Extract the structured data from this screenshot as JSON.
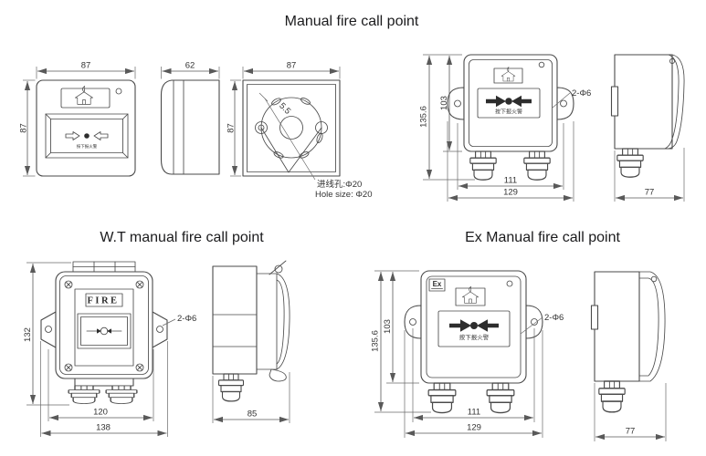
{
  "titles": {
    "manual": "Manual fire call point",
    "wt": "W.T manual fire call point",
    "ex": "Ex Manual fire call point"
  },
  "colors": {
    "line": "#4a4a4a",
    "dim_line": "#595959",
    "text": "#333333",
    "title_text": "#1b1b1d"
  },
  "manual_front": {
    "top_dim": "87",
    "left_dim": "87",
    "press_label": "按下报火警"
  },
  "manual_side": {
    "top_dim": "62"
  },
  "manual_rear": {
    "top_dim": "87",
    "left_dim": "87",
    "slot_dim": "5.5",
    "hole_note_cn": "进线孔:Φ20",
    "hole_note_en": "Hole size: Φ20"
  },
  "wp_front": {
    "height_outer": "135.6",
    "height_inner": "103",
    "width_inner": "111",
    "width_outer": "129",
    "mount_holes": "2-Φ6",
    "press_label": "按下报火警"
  },
  "wp_side": {
    "depth": "77"
  },
  "wt_front": {
    "height": "132",
    "width_inner": "120",
    "width_outer": "138",
    "mount_holes": "2-Φ6",
    "panel_label": "FIRE"
  },
  "wt_side": {
    "depth": "85"
  },
  "ex_front": {
    "height_outer": "135.6",
    "height_inner": "103",
    "width_inner": "111",
    "width_outer": "129",
    "mount_holes": "2-Φ6",
    "ex_mark": "Ex",
    "press_label": "按下报火警"
  },
  "ex_side": {
    "depth": "77"
  }
}
